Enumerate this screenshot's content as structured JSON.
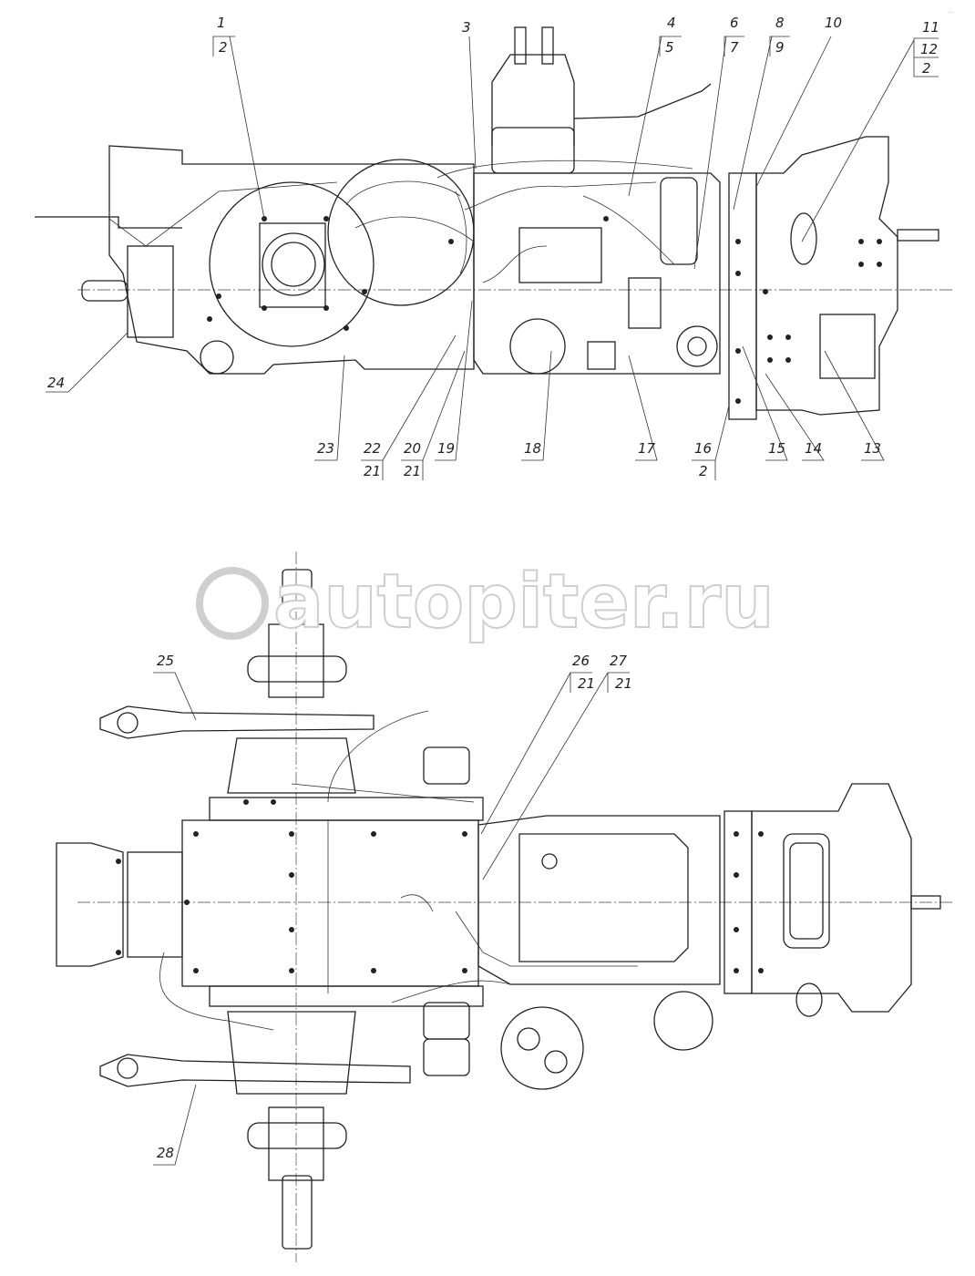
{
  "watermark": {
    "text": "autopiter.ru",
    "logo": "a-logo"
  },
  "corner_mark": "...",
  "top_view": {
    "callouts": [
      {
        "num": "1",
        "sub": "2"
      },
      {
        "num": "3"
      },
      {
        "num": "4",
        "sub": "5"
      },
      {
        "num": "6",
        "sub": "7"
      },
      {
        "num": "8",
        "sub": "9"
      },
      {
        "num": "10"
      },
      {
        "num": "11",
        "sub": "12",
        "sub2": "2"
      },
      {
        "num": "24"
      },
      {
        "num": "23"
      },
      {
        "num": "22",
        "sub": "21"
      },
      {
        "num": "20",
        "sub": "21"
      },
      {
        "num": "19"
      },
      {
        "num": "18"
      },
      {
        "num": "17"
      },
      {
        "num": "16",
        "sub": "2"
      },
      {
        "num": "15"
      },
      {
        "num": "14"
      },
      {
        "num": "13"
      }
    ]
  },
  "plan_view": {
    "callouts": [
      {
        "num": "25"
      },
      {
        "num": "26",
        "sub": "21"
      },
      {
        "num": "27",
        "sub": "21"
      },
      {
        "num": "28"
      }
    ]
  }
}
